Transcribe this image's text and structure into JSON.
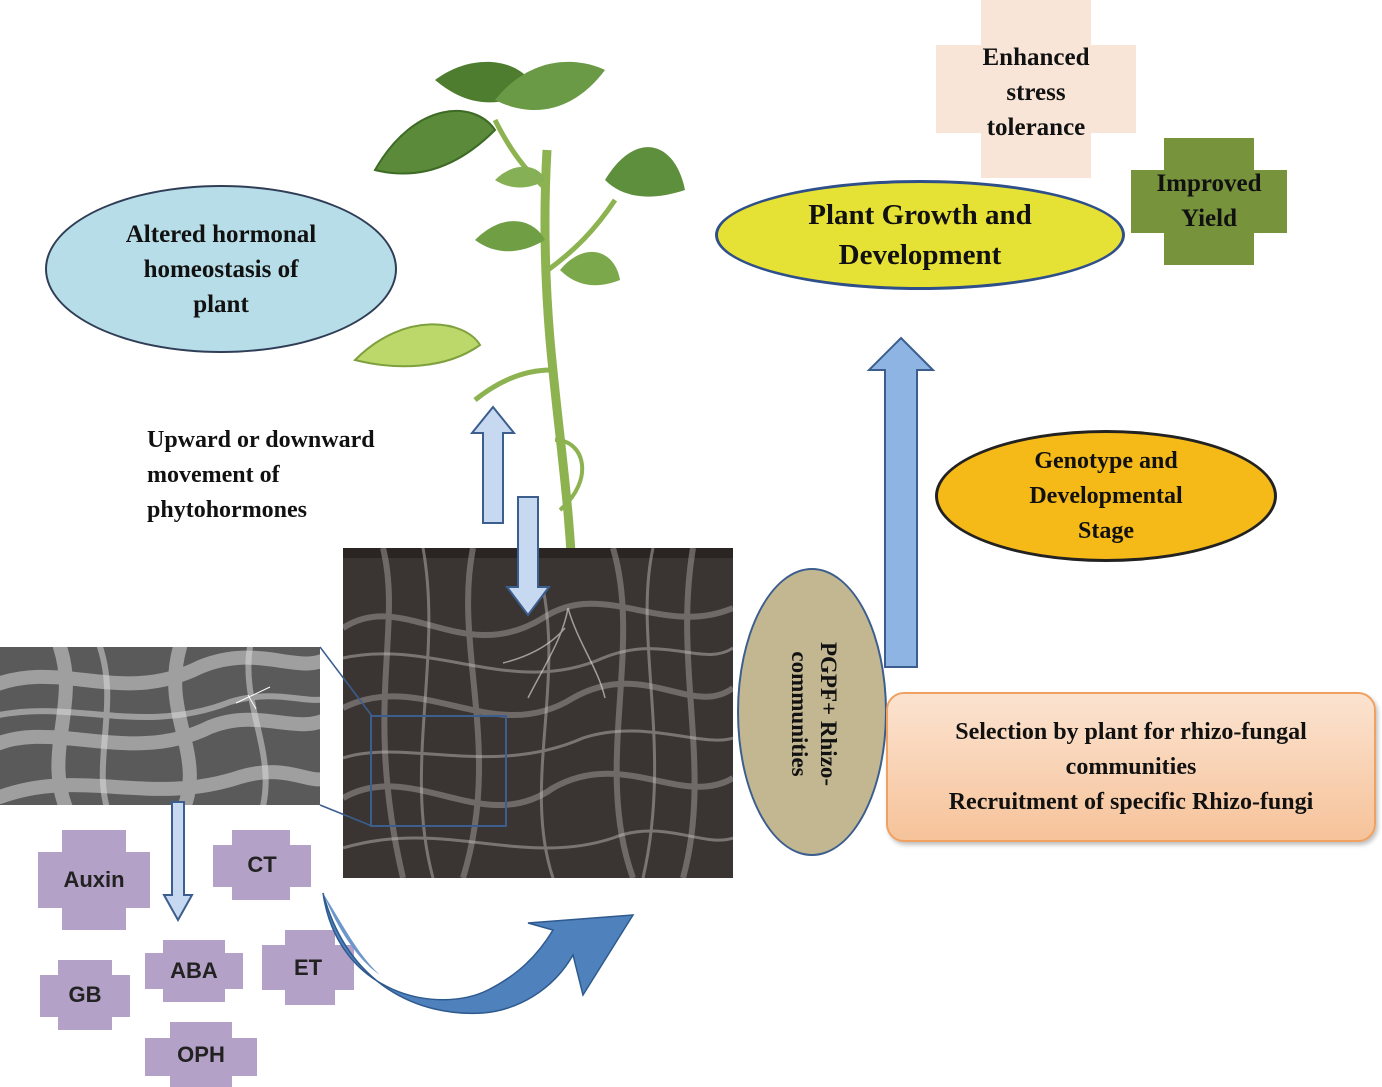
{
  "labels": {
    "hormonal_homeostasis": "Altered hormonal homeostasis of plant",
    "phytohormone_movement": "Upward or downward movement of phytohormones",
    "plant_growth": "Plant Growth and Development",
    "enhanced_stress": "Enhanced stress tolerance",
    "improved_yield": "Improved Yield",
    "genotype_stage": "Genotype and Developmental Stage",
    "pgpf_rhizo": "PGPF+ Rhizo-communities",
    "selection_line1": "Selection by plant for rhizo-fungal communities",
    "selection_line2": "Recruitment of specific Rhizo-fungi"
  },
  "hormones": {
    "auxin": "Auxin",
    "ct": "CT",
    "aba": "ABA",
    "et": "ET",
    "gb": "GB",
    "oph": "OPH"
  },
  "colors": {
    "light_blue_ellipse": "#b7dde8",
    "yellow_ellipse": "#e6e135",
    "orange_ellipse": "#f5b918",
    "tan_ellipse": "#c3b792",
    "peach_box": "#f9d2b4",
    "peach_plus": "#f8e5d8",
    "green_plus": "#77933c",
    "purple_plus": "#b4a1c8",
    "arrow_blue": "#8eb4e3",
    "curve_blue": "#4f81bd"
  }
}
